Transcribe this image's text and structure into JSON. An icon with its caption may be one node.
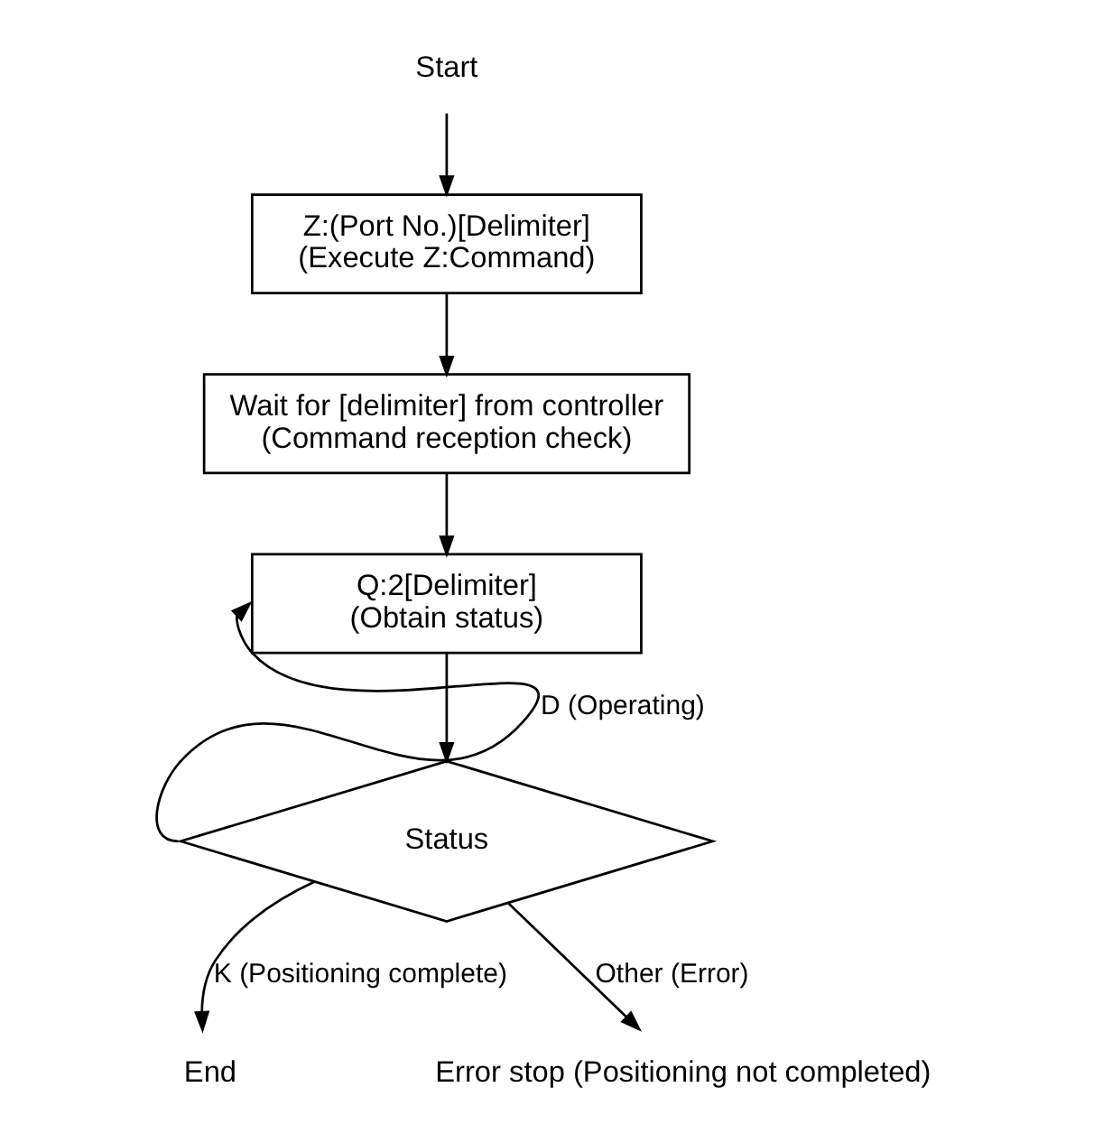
{
  "diagram": {
    "nodes": [
      {
        "text": [
          "Start"
        ]
      },
      {
        "text": [
          "Z:(Port No.)[Delimiter]",
          "(Execute Z:Command)"
        ]
      },
      {
        "text": [
          "Wait for [delimiter] from controller",
          "(Command reception check)"
        ]
      },
      {
        "text": [
          "Q:2[Delimiter]",
          "(Obtain status)"
        ]
      },
      {
        "text": [
          "Status"
        ]
      },
      {
        "text": [
          "End"
        ]
      },
      {
        "text": [
          "Error stop (Positioning not completed)"
        ]
      }
    ],
    "edges": [
      {
        "from": 0,
        "to": 1,
        "arrow": "to"
      },
      {
        "from": 1,
        "to": 2,
        "arrow": "to"
      },
      {
        "from": 2,
        "to": 3,
        "arrow": "to"
      },
      {
        "from": 3,
        "to": 4,
        "arrow": "to"
      },
      {
        "from": 4,
        "to": 3,
        "arrow": "to",
        "label": "D (Operating)"
      },
      {
        "from": 4,
        "to": 5,
        "arrow": "to",
        "label": "K (Positioning complete)"
      },
      {
        "from": 4,
        "to": 6,
        "arrow": "to",
        "label": "Other (Error)"
      }
    ]
  }
}
